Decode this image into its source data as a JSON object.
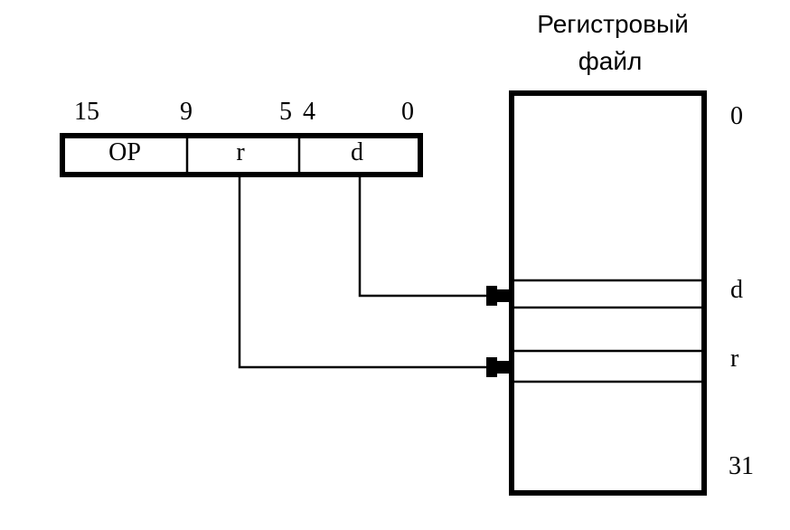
{
  "register_file": {
    "title_line1": "Регистровый",
    "title_line2": "файл",
    "index_top": "0",
    "index_bottom": "31",
    "row_d_label": "d",
    "row_r_label": "r"
  },
  "instruction": {
    "bit_labels": [
      "15",
      "9",
      "5",
      "4",
      "0"
    ],
    "fields": [
      {
        "name": "OP"
      },
      {
        "name": "r"
      },
      {
        "name": "d"
      }
    ]
  }
}
